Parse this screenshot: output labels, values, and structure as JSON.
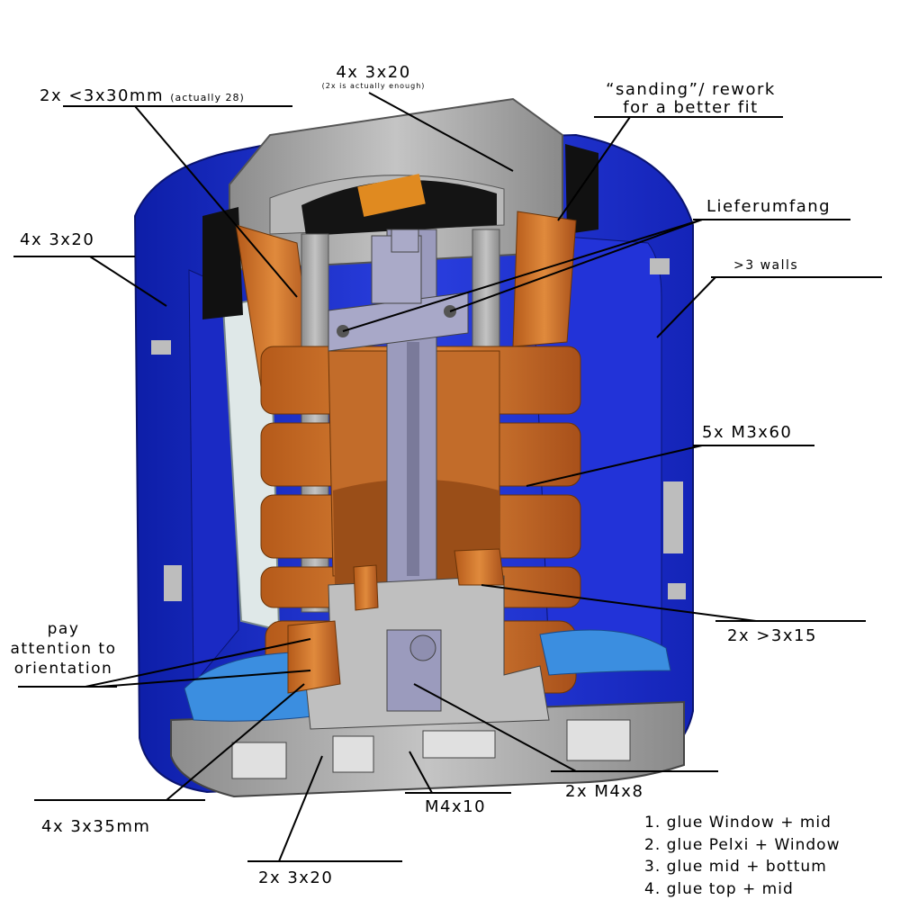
{
  "labels": {
    "top_screws": "4x 3x20",
    "top_screws_note": "(2x is actually enough)",
    "long_screws": "2x <3x30mm",
    "long_screws_note": "(actually 28)",
    "sanding_line1": "“sanding”/ rework",
    "sanding_line2": "for a better fit",
    "lieferumfang": "Lieferumfang",
    "side_screws": "4x 3x20",
    "walls": ">3 walls",
    "m3x60": "5x M3x60",
    "m3x15": "2x >3x15",
    "orientation_line1": "pay",
    "orientation_line2": "attention to",
    "orientation_line3": "orientation",
    "m4x8": "2x M4x8",
    "m4x10": "M4x10",
    "m3x35": "4x 3x35mm",
    "bottom_screws": "2x 3x20"
  },
  "steps": [
    "1. glue Window + mid",
    "2. glue Pelxi + Window",
    "3. glue mid + bottum",
    "4. glue top + mid"
  ],
  "colors": {
    "housing_blue": "#1f2fd0",
    "copper": "#c8702a",
    "grey": "#9a9a9a",
    "light_blue": "#3b8ee0"
  }
}
